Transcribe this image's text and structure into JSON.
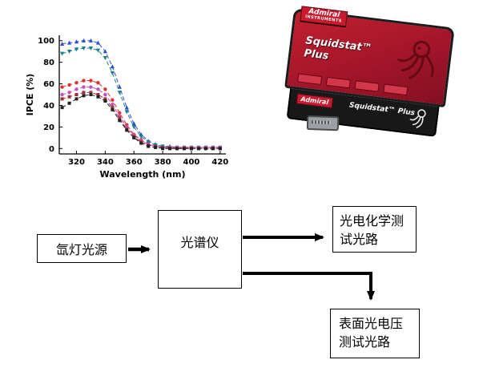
{
  "chart_data": {
    "type": "line",
    "title": "",
    "xlabel": "Wavelength (nm)",
    "ylabel": "IPCE (%)",
    "xlim": [
      308,
      424
    ],
    "ylim": [
      -5,
      105
    ],
    "x_ticks": [
      320,
      340,
      360,
      380,
      400,
      420
    ],
    "y_ticks": [
      0,
      20,
      40,
      60,
      80,
      100
    ],
    "grid": false,
    "legend": "none",
    "x": [
      310,
      315,
      320,
      325,
      330,
      335,
      340,
      345,
      350,
      355,
      360,
      365,
      370,
      375,
      380,
      385,
      390,
      395,
      400,
      405,
      410,
      415,
      420
    ],
    "series": [
      {
        "name": "series-blue-up-triangle",
        "marker": "triangle-up",
        "color": "#2b4fce",
        "dash": "5 3",
        "values": [
          97,
          98,
          99,
          100,
          100,
          98,
          90,
          76,
          57,
          38,
          23,
          13,
          7,
          4,
          2,
          2,
          1,
          1,
          1,
          1,
          1,
          1,
          1
        ]
      },
      {
        "name": "series-teal-down-triangle",
        "marker": "triangle-down",
        "color": "#17808a",
        "dash": "5 3",
        "values": [
          88,
          90,
          92,
          93,
          93,
          91,
          84,
          70,
          52,
          34,
          20,
          11,
          6,
          3,
          2,
          1,
          1,
          1,
          1,
          1,
          1,
          1,
          1
        ]
      },
      {
        "name": "series-red-circle",
        "marker": "circle",
        "color": "#e03131",
        "dash": "5 3",
        "values": [
          57,
          59,
          61,
          63,
          63,
          61,
          55,
          45,
          33,
          22,
          13,
          8,
          4,
          2,
          1,
          1,
          1,
          1,
          1,
          1,
          1,
          1,
          1
        ]
      },
      {
        "name": "series-magenta-circle",
        "marker": "circle",
        "color": "#c44fc4",
        "dash": "5 3",
        "values": [
          50,
          52,
          55,
          57,
          57,
          55,
          50,
          41,
          30,
          20,
          12,
          7,
          4,
          2,
          1,
          1,
          1,
          1,
          1,
          1,
          1,
          1,
          1
        ]
      },
      {
        "name": "series-darkred-square",
        "marker": "square",
        "color": "#a03038",
        "dash": "5 3",
        "values": [
          46,
          48,
          50,
          52,
          52,
          50,
          46,
          38,
          28,
          18,
          11,
          6,
          3,
          2,
          1,
          0,
          0,
          0,
          0,
          0,
          0,
          0,
          0
        ]
      },
      {
        "name": "series-black-square",
        "marker": "square",
        "color": "#222222",
        "dash": "5 3",
        "values": [
          38,
          42,
          46,
          49,
          50,
          48,
          44,
          36,
          26,
          17,
          10,
          5,
          2,
          1,
          0,
          0,
          0,
          0,
          0,
          0,
          0,
          0,
          0
        ]
      }
    ]
  },
  "device": {
    "brand_line1": "Admiral",
    "brand_line2": "INSTRUMENTS",
    "model_top_line1": "Squidstat™",
    "model_top_line2": "Plus",
    "front_brand": "Admiral",
    "front_model": "Squidstat™ Plus",
    "body_color": "#a3152a",
    "front_color": "#181818",
    "accent_color": "#c81b2f"
  },
  "flowchart": {
    "boxes": [
      {
        "label": "氙灯光源"
      },
      {
        "label": "光谱仪"
      },
      {
        "label": "光电化学测试光路"
      },
      {
        "label": "表面光电压测试光路"
      }
    ],
    "arrow_color": "#000000"
  }
}
